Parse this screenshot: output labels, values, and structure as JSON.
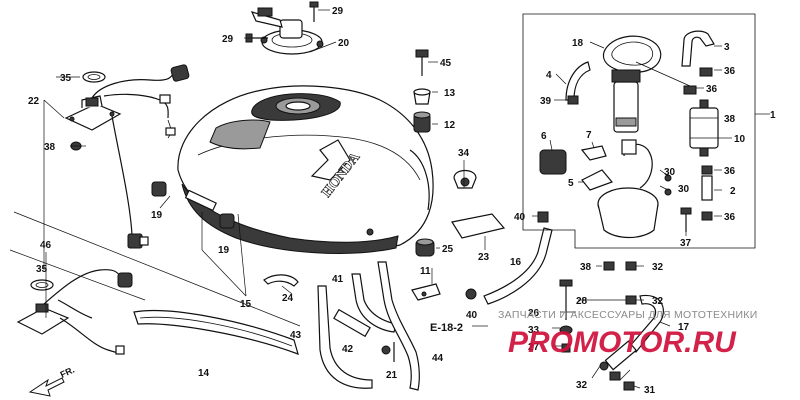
{
  "callouts": {
    "c1": "1",
    "c2": "2",
    "c3": "3",
    "c4": "4",
    "c5": "5",
    "c6": "6",
    "c7": "7",
    "c10": "10",
    "c11": "11",
    "c12": "12",
    "c13": "13",
    "c14": "14",
    "c15": "15",
    "c16": "16",
    "c17": "17",
    "c18": "18",
    "c19a": "19",
    "c19b": "19",
    "c20": "20",
    "c21": "21",
    "c22": "22",
    "c23": "23",
    "c24": "24",
    "c25": "25",
    "c26": "26",
    "c27": "27",
    "c28": "28",
    "c29a": "29",
    "c29b": "29",
    "c30a": "30",
    "c30b": "30",
    "c31": "31",
    "c32a": "32",
    "c32b": "32",
    "c32c": "32",
    "c33": "33",
    "c34": "34",
    "c35a": "35",
    "c35b": "35",
    "c36a": "36",
    "c36b": "36",
    "c36c": "36",
    "c36d": "36",
    "c37": "37",
    "c38a": "38",
    "c38b": "38",
    "c38c": "38",
    "c39": "39",
    "c40a": "40",
    "c40b": "40",
    "c41": "41",
    "c42": "42",
    "c43": "43",
    "c44": "44",
    "c45": "45",
    "c46": "46"
  },
  "reference": "E-18-2",
  "front_marker": "FR.",
  "tank_logo": "HONDA",
  "watermark": {
    "line1": "ЗАПЧАСТИ И АКСЕССУАРЫ ДЛЯ МОТОТЕХНИКИ",
    "line2": "PROMOTOR.RU"
  }
}
